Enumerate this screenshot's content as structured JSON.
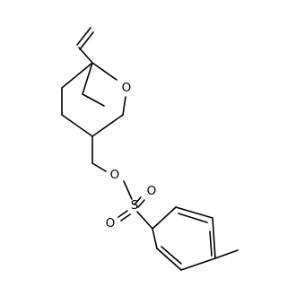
{
  "atoms": {
    "ring_oxygen": "O",
    "ester_oxygen": "O",
    "sulfur": "S",
    "sulfonyl_oxygen_right": "O",
    "sulfonyl_oxygen_left": "O"
  }
}
